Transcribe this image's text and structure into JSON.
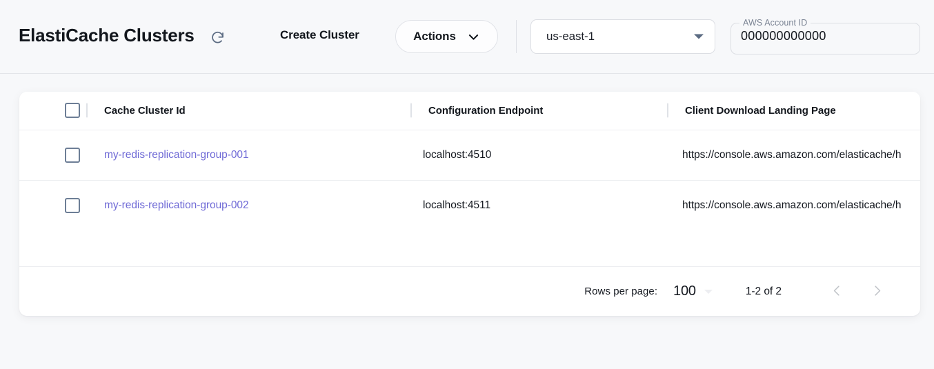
{
  "header": {
    "title": "ElastiCache Clusters",
    "refresh_icon": "refresh-icon",
    "create_cluster_label": "Create Cluster",
    "actions_label": "Actions",
    "actions_caret_icon": "chevron-down-icon",
    "region": {
      "value": "us-east-1",
      "caret_icon": "caret-down-icon"
    },
    "account": {
      "label": "AWS Account ID",
      "value": "000000000000",
      "placeholder": "AWS Account ID"
    }
  },
  "table": {
    "columns": [
      {
        "key": "select",
        "label": ""
      },
      {
        "key": "cluster_id",
        "label": "Cache Cluster Id"
      },
      {
        "key": "config_endpoint",
        "label": "Configuration Endpoint"
      },
      {
        "key": "landing_page",
        "label": "Client Download Landing Page"
      }
    ],
    "rows": [
      {
        "cluster_id": "my-redis-replication-group-001",
        "config_endpoint": "localhost:4510",
        "landing_page": "https://console.aws.amazon.com/elasticache/h"
      },
      {
        "cluster_id": "my-redis-replication-group-002",
        "config_endpoint": "localhost:4511",
        "landing_page": "https://console.aws.amazon.com/elasticache/h"
      }
    ]
  },
  "pagination": {
    "rows_per_page_label": "Rows per page:",
    "rows_per_page_value": "100",
    "range_label": "1-2 of 2",
    "prev_icon": "chevron-left-icon",
    "next_icon": "chevron-right-icon"
  },
  "colors": {
    "link": "#6F6AD6",
    "page_bg": "#F7F8FA",
    "card_bg": "#FFFFFF",
    "text": "#14181F",
    "muted": "#7B8494",
    "checkbox_border": "#6D7E96"
  }
}
